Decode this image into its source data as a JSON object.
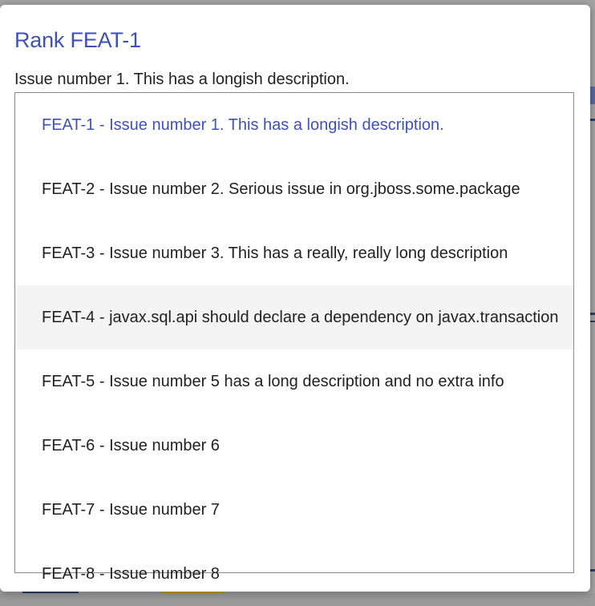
{
  "dialog": {
    "title": "Rank FEAT-1",
    "subtitle": "Issue number 1. This has a longish description.",
    "items": [
      {
        "label": "FEAT-1 - Issue number 1. This has a longish description.",
        "selected": true
      },
      {
        "label": "FEAT-2 - Issue number 2. Serious issue in org.jboss.some.package"
      },
      {
        "label": "FEAT-3 - Issue number 3. This has a really, really long description"
      },
      {
        "label": "FEAT-4 - javax.sql.api should declare a dependency on javax.transaction",
        "hover": true
      },
      {
        "label": "FEAT-5 - Issue number 5 has a long description and no extra info"
      },
      {
        "label": "FEAT-6 - Issue number 6"
      },
      {
        "label": "FEAT-7 - Issue number 7"
      },
      {
        "label": "FEAT-8 - Issue number 8"
      }
    ]
  },
  "colors": {
    "title": "#3f51b5",
    "selected_item": "#3f51b5",
    "hover_row": "#f4f4f4",
    "text": "#212121",
    "list_border": "#8a8a8a",
    "overlay": "#a3a3a3"
  }
}
